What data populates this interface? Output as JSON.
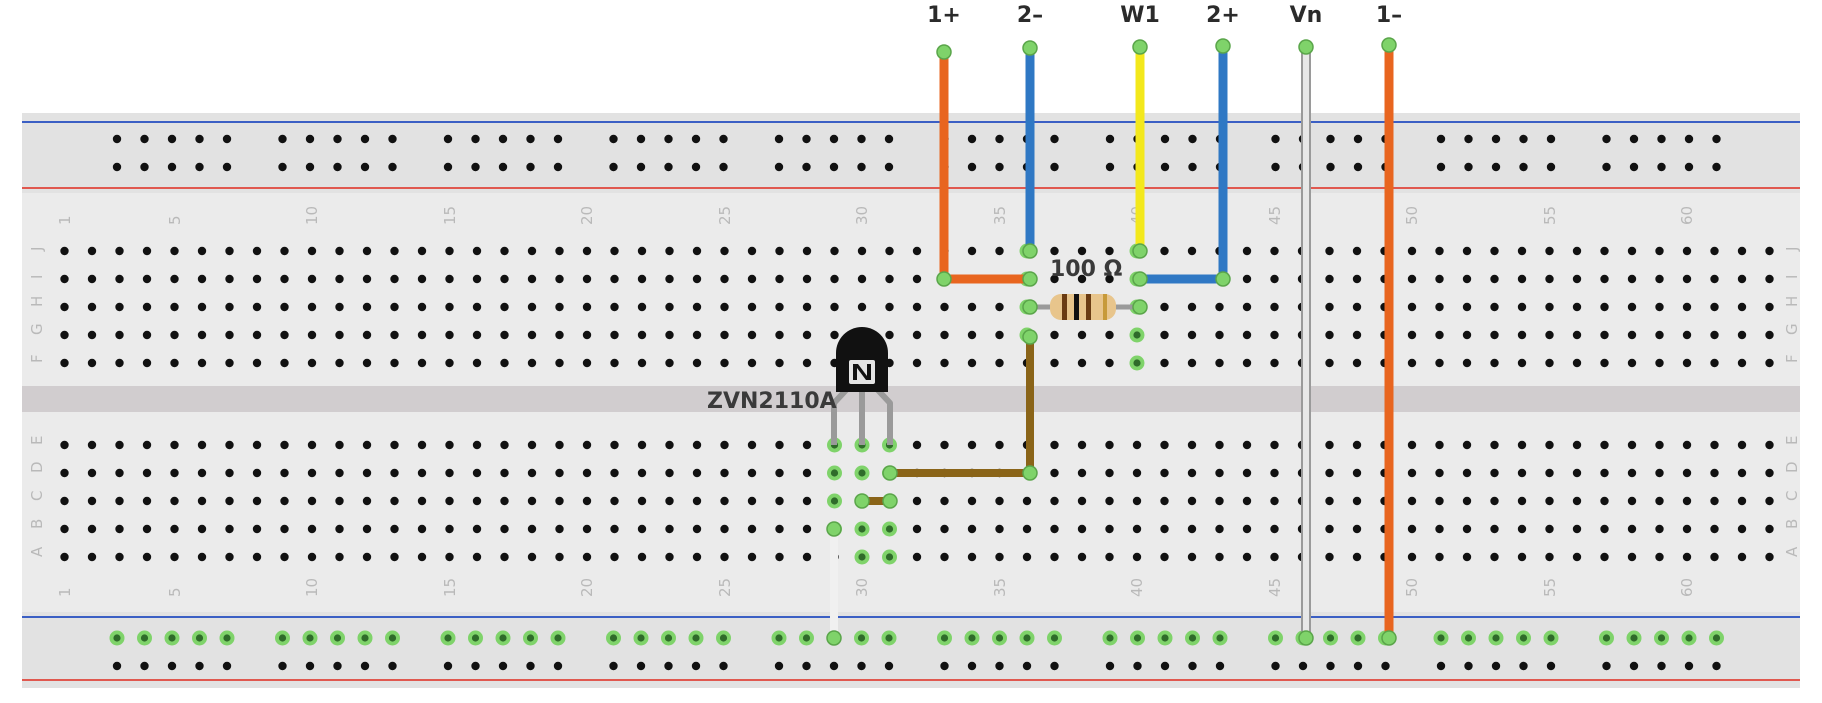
{
  "breadboard": {
    "row_letters_top": [
      "J",
      "I",
      "H",
      "G",
      "F"
    ],
    "row_letters_bottom": [
      "E",
      "D",
      "C",
      "B",
      "A"
    ],
    "column_numbers": [
      "1",
      "5",
      "10",
      "15",
      "20",
      "25",
      "30",
      "35",
      "40",
      "45",
      "50",
      "55",
      "60"
    ],
    "colors": {
      "board": "#ebebeb",
      "rail": "#e2e2e2",
      "channel": "#d1cdcf",
      "rail_positive": "#e0584f",
      "rail_negative": "#3b5fc4",
      "hole": "#111111",
      "hole_connected": "#7fd36a"
    }
  },
  "wires": [
    {
      "label": "1+",
      "color": "#e8651f"
    },
    {
      "label": "2–",
      "color": "#2f78c4"
    },
    {
      "label": "W1",
      "color": "#f3e81c"
    },
    {
      "label": "2+",
      "color": "#2f78c4"
    },
    {
      "label": "Vn",
      "color": "#e8e8e8"
    },
    {
      "label": "1–",
      "color": "#e8651f"
    }
  ],
  "jumper_colors": {
    "brown": "#8a6418",
    "white": "#f0f0f0"
  },
  "components": {
    "resistor": {
      "label": "100 Ω"
    },
    "transistor": {
      "label": "ZVN2110A",
      "body_color": "#111111"
    }
  }
}
